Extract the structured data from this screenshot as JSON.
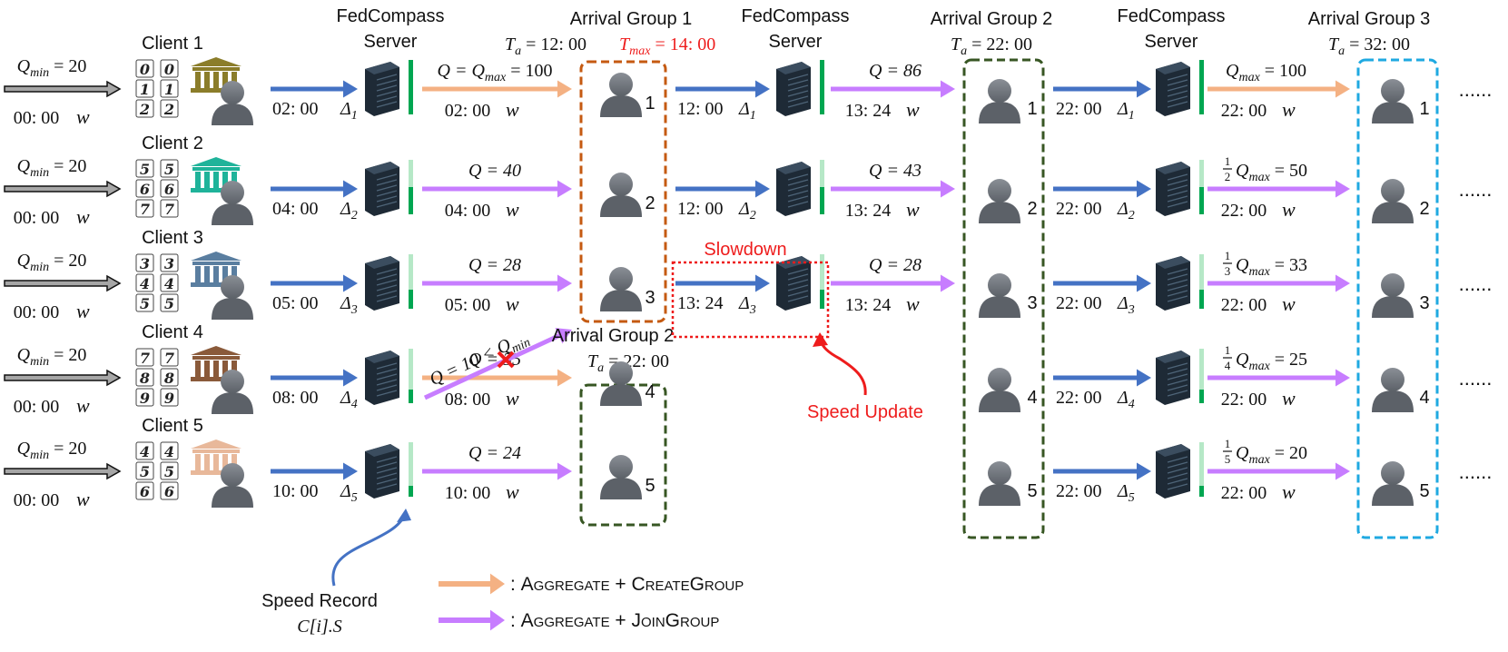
{
  "clients": [
    {
      "label": "Client 1",
      "qmin": "Q",
      "qmin_sub": "min",
      "qmin_val": " = 20",
      "time": "00: 00",
      "w": "w",
      "upload_time": "02: 00",
      "delta": "Δ",
      "delta_sub": "1",
      "fed_label": "Q = Q",
      "fed_sub": "max",
      "fed_val": " = 100",
      "fed_time": "02: 00",
      "type": "create",
      "speed": 1.0
    },
    {
      "label": "Client 2",
      "qmin": "Q",
      "qmin_sub": "min",
      "qmin_val": " = 20",
      "time": "00: 00",
      "w": "w",
      "upload_time": "04: 00",
      "delta": "Δ",
      "delta_sub": "2",
      "fed_label": "Q = 40",
      "fed_time": "04: 00",
      "type": "join",
      "speed": 0.5
    },
    {
      "label": "Client 3",
      "qmin": "Q",
      "qmin_sub": "min",
      "qmin_val": " = 20",
      "time": "00: 00",
      "w": "w",
      "upload_time": "05: 00",
      "delta": "Δ",
      "delta_sub": "3",
      "fed_label": "Q = 28",
      "fed_time": "05: 00",
      "type": "join",
      "speed": 0.35
    },
    {
      "label": "Client 4",
      "qmin": "Q",
      "qmin_sub": "min",
      "qmin_val": " = 20",
      "time": "00: 00",
      "w": "w",
      "upload_time": "08: 00",
      "delta": "Δ",
      "delta_sub": "4",
      "fed_label": "Q = 35",
      "fed_time": "08: 00",
      "type": "create",
      "speed": 0.25,
      "rejected_label": "Q = 10 < Q",
      "rejected_sub": "min"
    },
    {
      "label": "Client 5",
      "qmin": "Q",
      "qmin_sub": "min",
      "qmin_val": " = 20",
      "time": "00: 00",
      "w": "w",
      "upload_time": "10: 00",
      "delta": "Δ",
      "delta_sub": "5",
      "fed_label": "Q = 24",
      "fed_time": "10: 00",
      "type": "join",
      "speed": 0.2
    }
  ],
  "server_label_line1": "FedCompass",
  "server_label_line2": "Server",
  "group1": {
    "title": "Arrival Group 1",
    "ta": "T",
    "ta_sub": "a",
    "ta_val": " = 12: 00",
    "tmax": "T",
    "tmax_sub": "max",
    "tmax_val": " = 14: 00",
    "tmax_color": "#ee1c1c",
    "border_color": "#c55a11",
    "members": [
      "1",
      "2",
      "3"
    ]
  },
  "group2a": {
    "title": "Arrival Group 2",
    "ta": "T",
    "ta_sub": "a",
    "ta_val": " = 22: 00",
    "border_color": "#375623",
    "members": [
      "4",
      "5"
    ]
  },
  "stage2": [
    {
      "upload_time": "12: 00",
      "delta_sub": "1",
      "fed_label": "Q = 86",
      "fed_time": "13: 24"
    },
    {
      "upload_time": "12: 00",
      "delta_sub": "2",
      "fed_label": "Q = 43",
      "fed_time": "13: 24"
    },
    {
      "upload_time": "13: 24",
      "delta_sub": "3",
      "fed_label": "Q = 28",
      "fed_time": "13: 24"
    }
  ],
  "slowdown_label": "Slowdown",
  "speed_update_label": "Speed Update",
  "group2b": {
    "title": "Arrival Group 2",
    "ta": "T",
    "ta_sub": "a",
    "ta_val": " = 22: 00",
    "border_color": "#375623",
    "members": [
      "1",
      "2",
      "3",
      "4",
      "5"
    ]
  },
  "stage3": [
    {
      "upload_time": "22: 00",
      "delta_sub": "1",
      "frac": "",
      "fed_label": "Q",
      "fed_sub": "max",
      "fed_val": " = 100",
      "fed_time": "22: 00",
      "type": "create"
    },
    {
      "upload_time": "22: 00",
      "delta_sub": "2",
      "frac": "2",
      "fed_label": "Q",
      "fed_sub": "max",
      "fed_val": " = 50",
      "fed_time": "22: 00",
      "type": "join"
    },
    {
      "upload_time": "22: 00",
      "delta_sub": "3",
      "frac": "3",
      "fed_label": "Q",
      "fed_sub": "max",
      "fed_val": " = 33",
      "fed_time": "22: 00",
      "type": "join"
    },
    {
      "upload_time": "22: 00",
      "delta_sub": "4",
      "frac": "4",
      "fed_label": "Q",
      "fed_sub": "max",
      "fed_val": " = 25",
      "fed_time": "22: 00",
      "type": "join"
    },
    {
      "upload_time": "22: 00",
      "delta_sub": "5",
      "frac": "5",
      "fed_label": "Q",
      "fed_sub": "max",
      "fed_val": " = 20",
      "fed_time": "22: 00",
      "type": "join"
    }
  ],
  "group3": {
    "title": "Arrival Group 3",
    "ta": "T",
    "ta_sub": "a",
    "ta_val": " = 32: 00",
    "border_color": "#1fa9e1",
    "members": [
      "1",
      "2",
      "3",
      "4",
      "5"
    ]
  },
  "ellipsis": "......",
  "speed_record_label": "Speed Record",
  "speed_record_expr": "C[i].S",
  "legend": [
    {
      "type": "create",
      "text_a": "Aggregate",
      "text_b": "CreateGroup",
      "prefix": ": ",
      "join": " + "
    },
    {
      "type": "join",
      "text_a": "Aggregate",
      "text_b": "JoinGroup",
      "prefix": ": ",
      "join": " + "
    }
  ],
  "bank_colors": [
    "#8b7d2a",
    "#1fb39a",
    "#5a7ea0",
    "#8a5a3a",
    "#e8b89a"
  ],
  "colors": {
    "arrow_blue": "#4472c4",
    "arrow_orange": "#f4b183",
    "arrow_purple": "#c77dff",
    "speed_green": "#00a651",
    "red": "#ee1c1c"
  },
  "mnist_digits": [
    [
      "0",
      "0",
      "1",
      "1",
      "2",
      "2"
    ],
    [
      "5",
      "5",
      "6",
      "6",
      "7",
      "7"
    ],
    [
      "3",
      "3",
      "4",
      "4",
      "5",
      "5"
    ],
    [
      "7",
      "7",
      "8",
      "8",
      "9",
      "9"
    ],
    [
      "4",
      "4",
      "5",
      "5",
      "6",
      "6"
    ]
  ]
}
